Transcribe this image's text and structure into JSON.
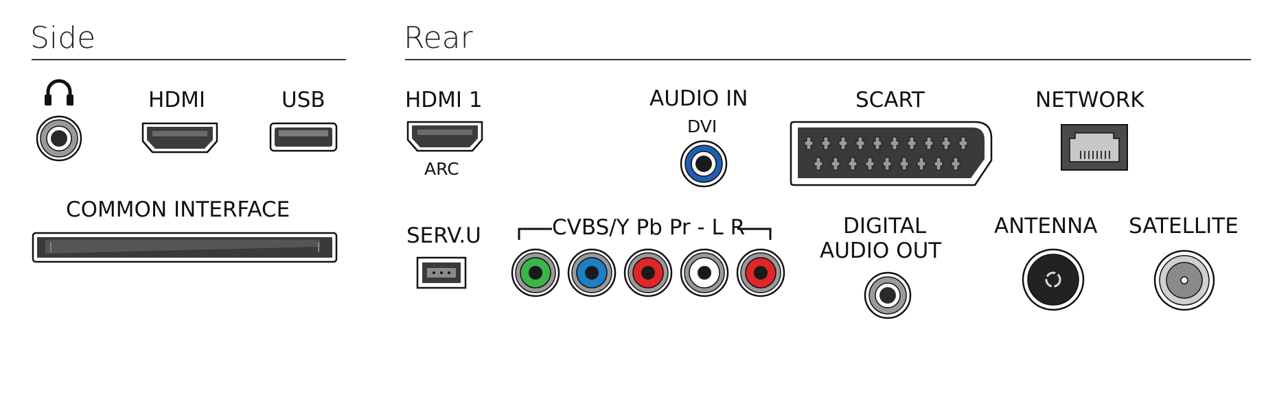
{
  "sections": {
    "side_title": "Side",
    "rear_title": "Rear"
  },
  "side": {
    "headphone_icon": "headphone-icon",
    "hdmi_label": "HDMI",
    "usb_label": "USB",
    "common_interface_label": "COMMON INTERFACE"
  },
  "rear": {
    "hdmi1_label": "HDMI 1",
    "hdmi1_sub": "ARC",
    "audio_in_label": "AUDIO IN",
    "audio_in_sub": "DVI",
    "scart_label": "SCART",
    "network_label": "NETWORK",
    "serv_label": "SERV.U",
    "cvbs_label": "CVBS/Y Pb Pr - L R",
    "digital_audio_line1": "DIGITAL",
    "digital_audio_line2": "AUDIO OUT",
    "antenna_label": "ANTENNA",
    "satellite_label": "SATELLITE"
  },
  "colors": {
    "rca_green": "#3cb44a",
    "rca_blue": "#1f7fc4",
    "rca_red": "#e0262b",
    "rca_white": "#ffffff",
    "audio_in_blue": "#1e5fb0",
    "port_dark": "#3a3a3a",
    "port_mid": "#8a8a8a"
  }
}
